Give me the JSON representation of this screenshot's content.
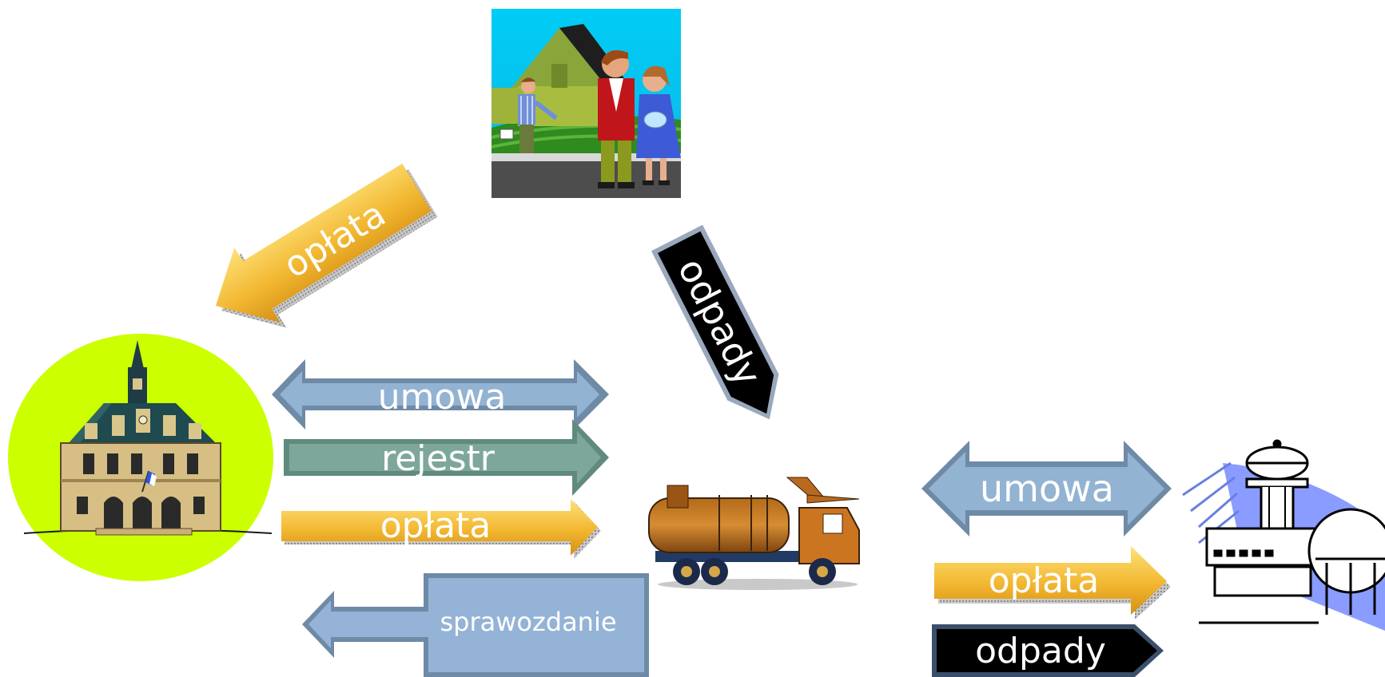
{
  "diagram": {
    "residents_to_office": {
      "label": "opłata",
      "kind": "payment"
    },
    "residents_to_collector": {
      "label": "odpady",
      "kind": "waste"
    },
    "office_collector": [
      {
        "label": "umowa",
        "kind": "contract",
        "direction": "both"
      },
      {
        "label": "rejestr",
        "kind": "register",
        "direction": "to-collector"
      },
      {
        "label": "opłata",
        "kind": "payment",
        "direction": "to-collector"
      },
      {
        "label": "sprawozdanie",
        "kind": "report",
        "direction": "to-office"
      }
    ],
    "collector_plant": [
      {
        "label": "umowa",
        "kind": "contract",
        "direction": "both"
      },
      {
        "label": "opłata",
        "kind": "payment",
        "direction": "to-plant"
      },
      {
        "label": "odpady",
        "kind": "waste",
        "direction": "to-plant"
      }
    ],
    "nodes": [
      {
        "name": "residents",
        "icon": "residents-illustration"
      },
      {
        "name": "town-hall",
        "icon": "town-hall-illustration"
      },
      {
        "name": "garbage-truck",
        "icon": "garbage-truck-illustration"
      },
      {
        "name": "processing-plant",
        "icon": "processing-plant-illustration"
      }
    ],
    "colors": {
      "payment": "#f0b72f",
      "contract": "#8fb0cf",
      "register": "#7ea59a",
      "waste": "#000000",
      "report": "#95b3d7",
      "town_hall_bg": "#ccff00"
    }
  }
}
